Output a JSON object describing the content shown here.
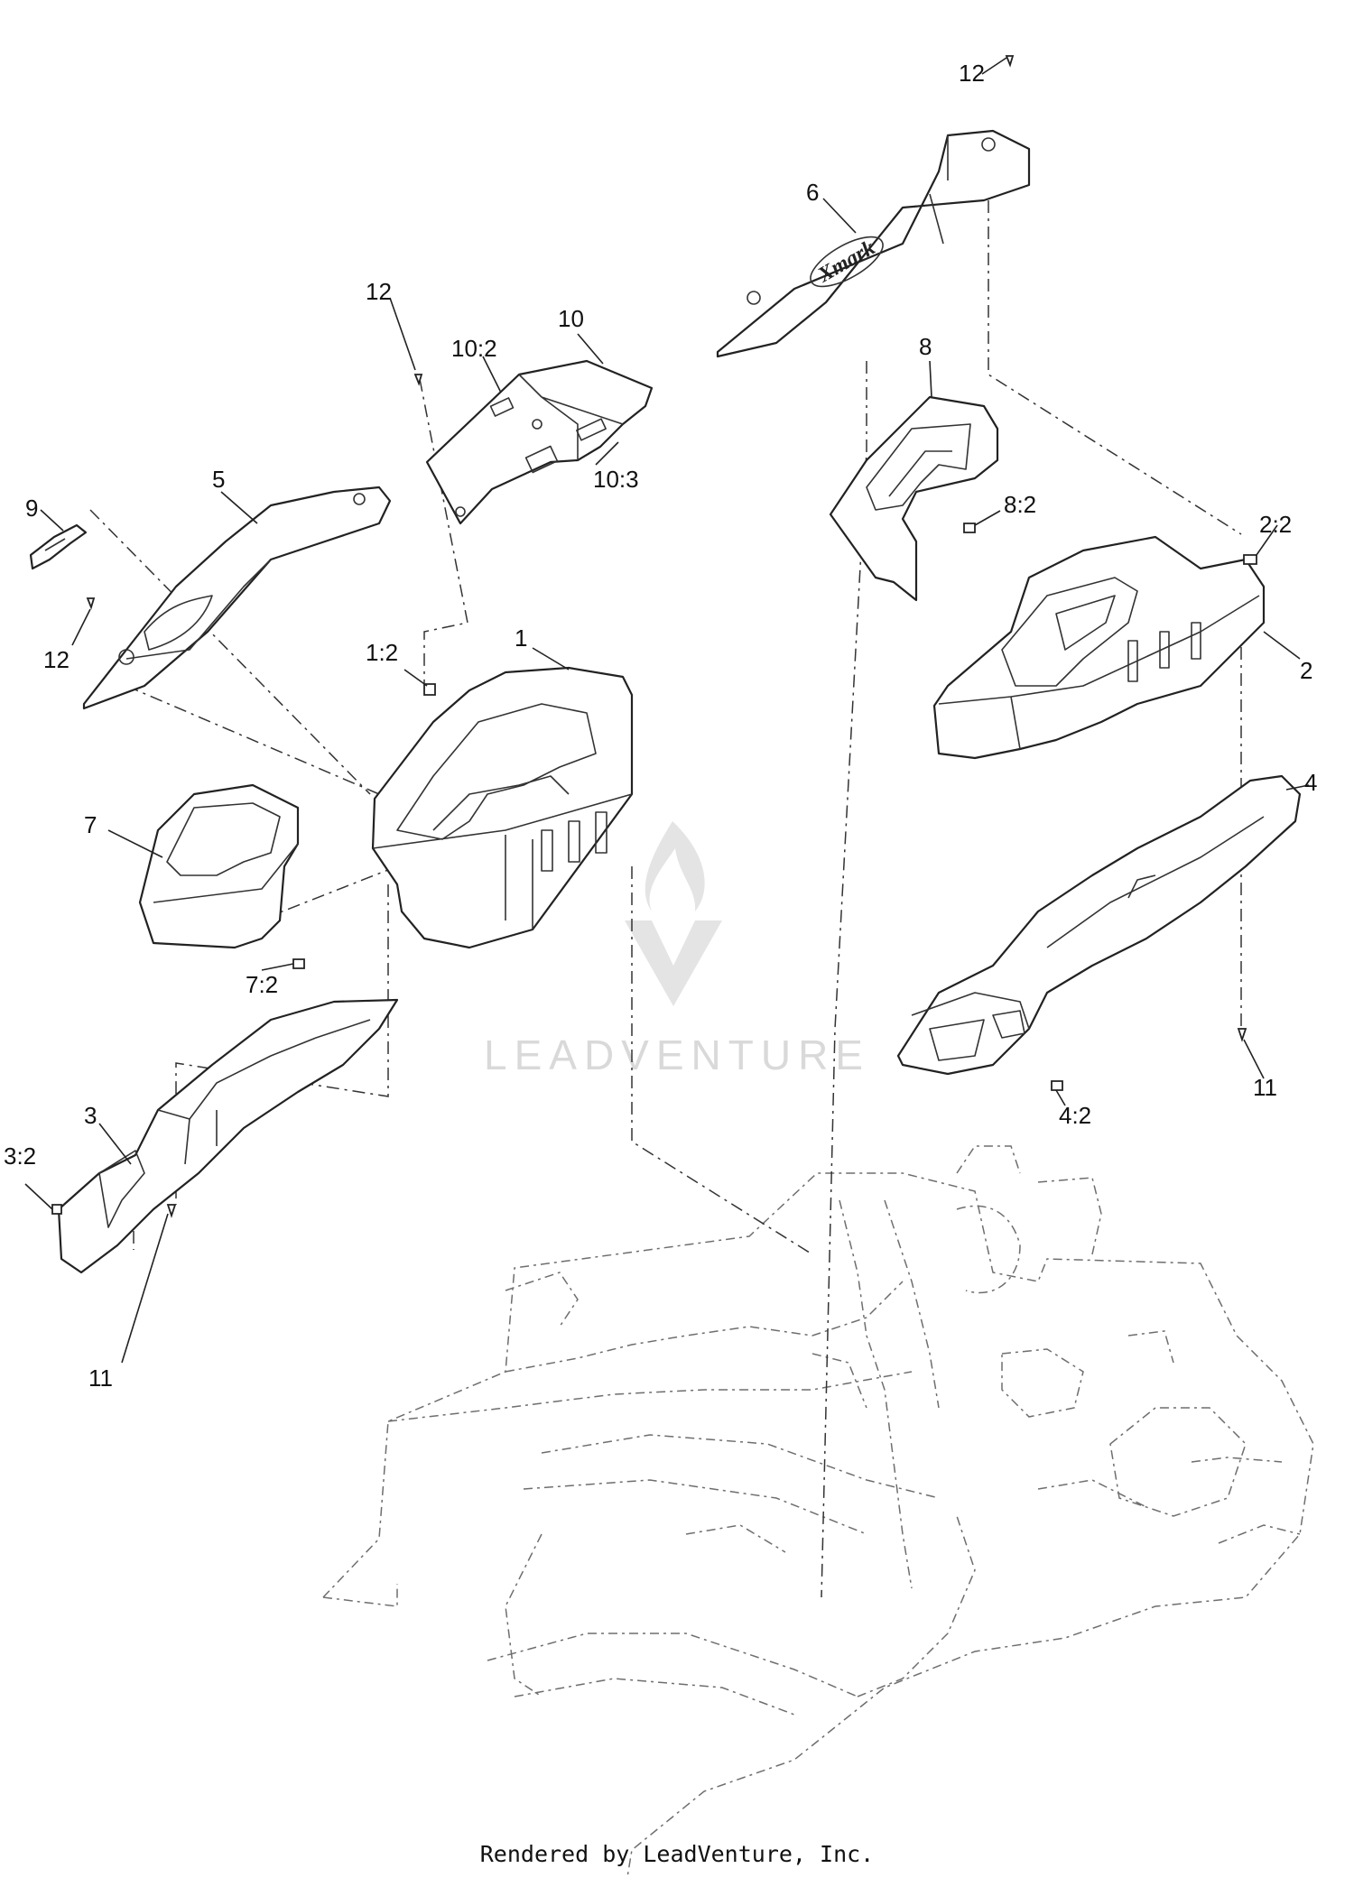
{
  "callouts": [
    {
      "id": "c12a",
      "text": "12"
    },
    {
      "id": "c6",
      "text": "6"
    },
    {
      "id": "c12b",
      "text": "12"
    },
    {
      "id": "c10",
      "text": "10"
    },
    {
      "id": "c10_2",
      "text": "10:2"
    },
    {
      "id": "c10_3",
      "text": "10:3"
    },
    {
      "id": "c8",
      "text": "8"
    },
    {
      "id": "c8_2",
      "text": "8:2"
    },
    {
      "id": "c2_2",
      "text": "2:2"
    },
    {
      "id": "c2",
      "text": "2"
    },
    {
      "id": "c9",
      "text": "9"
    },
    {
      "id": "c5",
      "text": "5"
    },
    {
      "id": "c12c",
      "text": "12"
    },
    {
      "id": "c1_2",
      "text": "1:2"
    },
    {
      "id": "c1",
      "text": "1"
    },
    {
      "id": "c7",
      "text": "7"
    },
    {
      "id": "c7_2",
      "text": "7:2"
    },
    {
      "id": "c4",
      "text": "4"
    },
    {
      "id": "c3",
      "text": "3"
    },
    {
      "id": "c3_2",
      "text": "3:2"
    },
    {
      "id": "c11a",
      "text": "11"
    },
    {
      "id": "c4_2",
      "text": "4:2"
    },
    {
      "id": "c11b",
      "text": "11"
    }
  ],
  "logo_text": "Xmark",
  "watermark": "LEADVENTURE",
  "footer": "Rendered by LeadVenture, Inc."
}
